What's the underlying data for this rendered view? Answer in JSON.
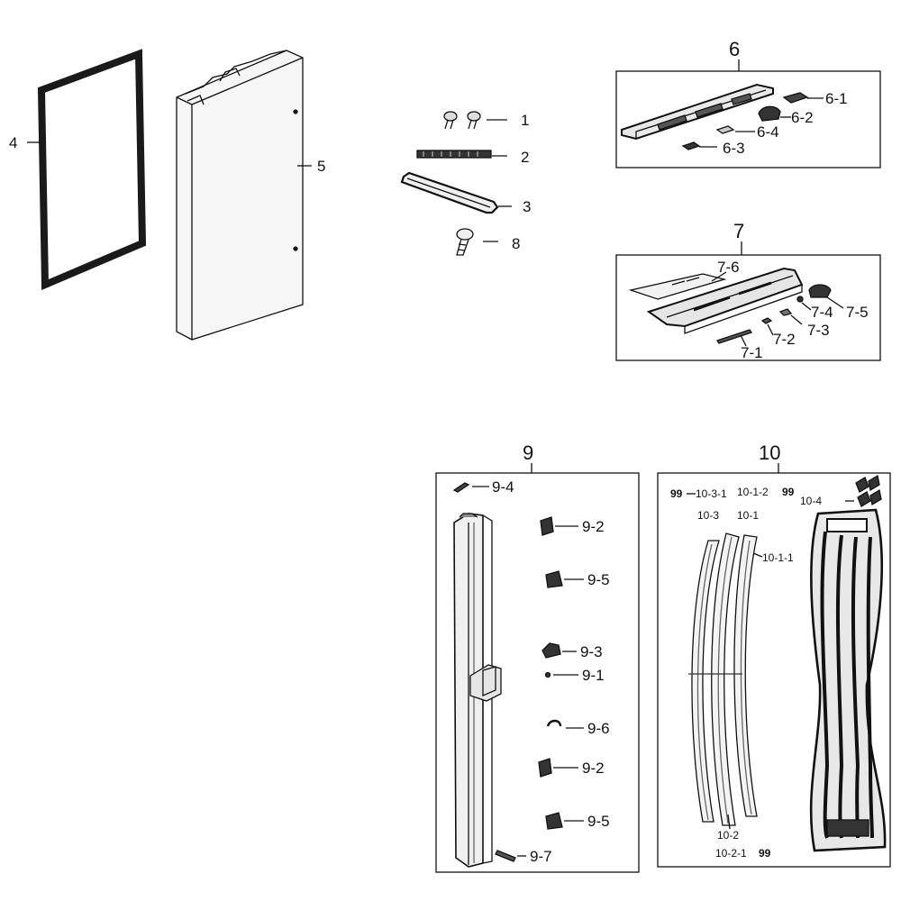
{
  "labels": {
    "p1": "1",
    "p2": "2",
    "p3": "3",
    "p4": "4",
    "p5": "5",
    "p8": "8",
    "g6": "6",
    "p6_1": "6-1",
    "p6_2": "6-2",
    "p6_3": "6-3",
    "p6_4": "6-4",
    "g7": "7",
    "p7_1": "7-1",
    "p7_2": "7-2",
    "p7_3": "7-3",
    "p7_4": "7-4",
    "p7_5": "7-5",
    "p7_6": "7-6",
    "g9": "9",
    "p9_1": "9-1",
    "p9_2a": "9-2",
    "p9_2b": "9-2",
    "p9_3": "9-3",
    "p9_4": "9-4",
    "p9_5a": "9-5",
    "p9_5b": "9-5",
    "p9_6": "9-6",
    "p9_7": "9-7",
    "g10": "10",
    "p10_1": "10-1",
    "p10_1_1": "10-1-1",
    "p10_1_2": "10-1-2",
    "p10_2": "10-2",
    "p10_2_1": "10-2-1",
    "p10_3": "10-3",
    "p10_3_1": "10-3-1",
    "p10_4": "10-4",
    "screw_a": "99",
    "screw_b": "99",
    "screw_c": "99"
  },
  "colors": {
    "line": "#111111",
    "part_fill": "#f4f4f4",
    "dark": "#222222"
  }
}
